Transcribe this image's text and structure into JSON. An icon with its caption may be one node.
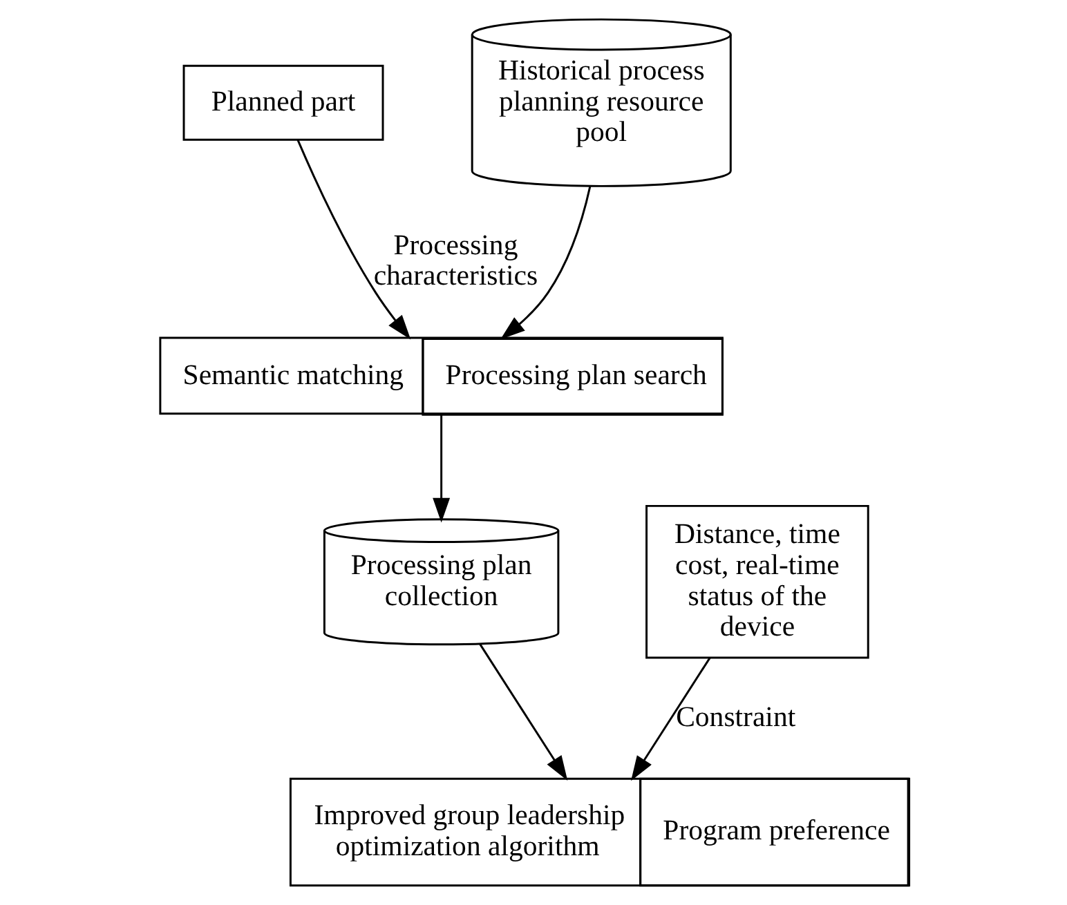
{
  "diagram": {
    "nodes": [
      {
        "text": [
          "Planned part"
        ]
      },
      {
        "text": [
          "Historical process planning resource pool"
        ]
      },
      {
        "text": [
          "Semantic matching",
          "Processing plan search"
        ]
      },
      {
        "text": [
          "Processing plan collection"
        ]
      },
      {
        "text": [
          "Distance, time cost, real-time status of the device"
        ]
      },
      {
        "text": [
          "Improved group leadership optimization algorithm",
          "Program preference"
        ]
      }
    ],
    "edges": [
      {
        "from": 0,
        "to": 2,
        "arrow": "to",
        "label": "Processing characteristics"
      },
      {
        "from": 1,
        "to": 2,
        "arrow": "to"
      },
      {
        "from": 2,
        "to": 3,
        "arrow": "to"
      },
      {
        "from": 3,
        "to": 5,
        "arrow": "to"
      },
      {
        "from": 4,
        "to": 5,
        "arrow": "to",
        "label": "Constraint"
      }
    ]
  }
}
